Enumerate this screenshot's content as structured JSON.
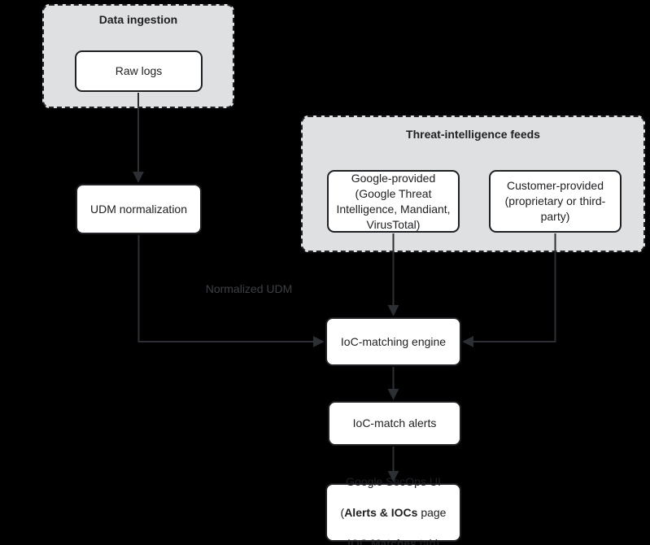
{
  "diagram": {
    "groups": {
      "data_ingestion": {
        "title": "Data ingestion"
      },
      "threat_intelligence": {
        "title": "Threat-intelligence feeds"
      }
    },
    "nodes": {
      "raw_logs": {
        "label": "Raw logs"
      },
      "udm_normalization": {
        "label": "UDM normalization"
      },
      "google_provided": {
        "label": [
          "Google-provided",
          "(Google Threat",
          "Intelligence, Mandiant,",
          "VirusTotal)"
        ]
      },
      "customer_provided": {
        "label": [
          "Customer-provided",
          "(proprietary or third-",
          "party)"
        ]
      },
      "ioc_matching_engine": {
        "label": "IoC-matching engine"
      },
      "ioc_match_alerts": {
        "label": "IoC-match alerts"
      },
      "google_secops_ui": {
        "line1": "Google SecOps UI",
        "line2_prefix": "(",
        "line2_bold": "Alerts & IOCs",
        "line2_suffix": " page",
        "line3_bold": "IOC Matches",
        "line3_suffix": " tab)"
      }
    },
    "edge_labels": {
      "normalized_udm": "Normalized UDM"
    },
    "colors": {
      "background": "#000000",
      "group_fill": "#dfe0e2",
      "group_border": "#1f2125",
      "node_fill": "#ffffff",
      "node_border": "#1f2125",
      "text": "#202124",
      "arrow": "#2c2f34",
      "edge_label_text": "#3c4046"
    }
  }
}
